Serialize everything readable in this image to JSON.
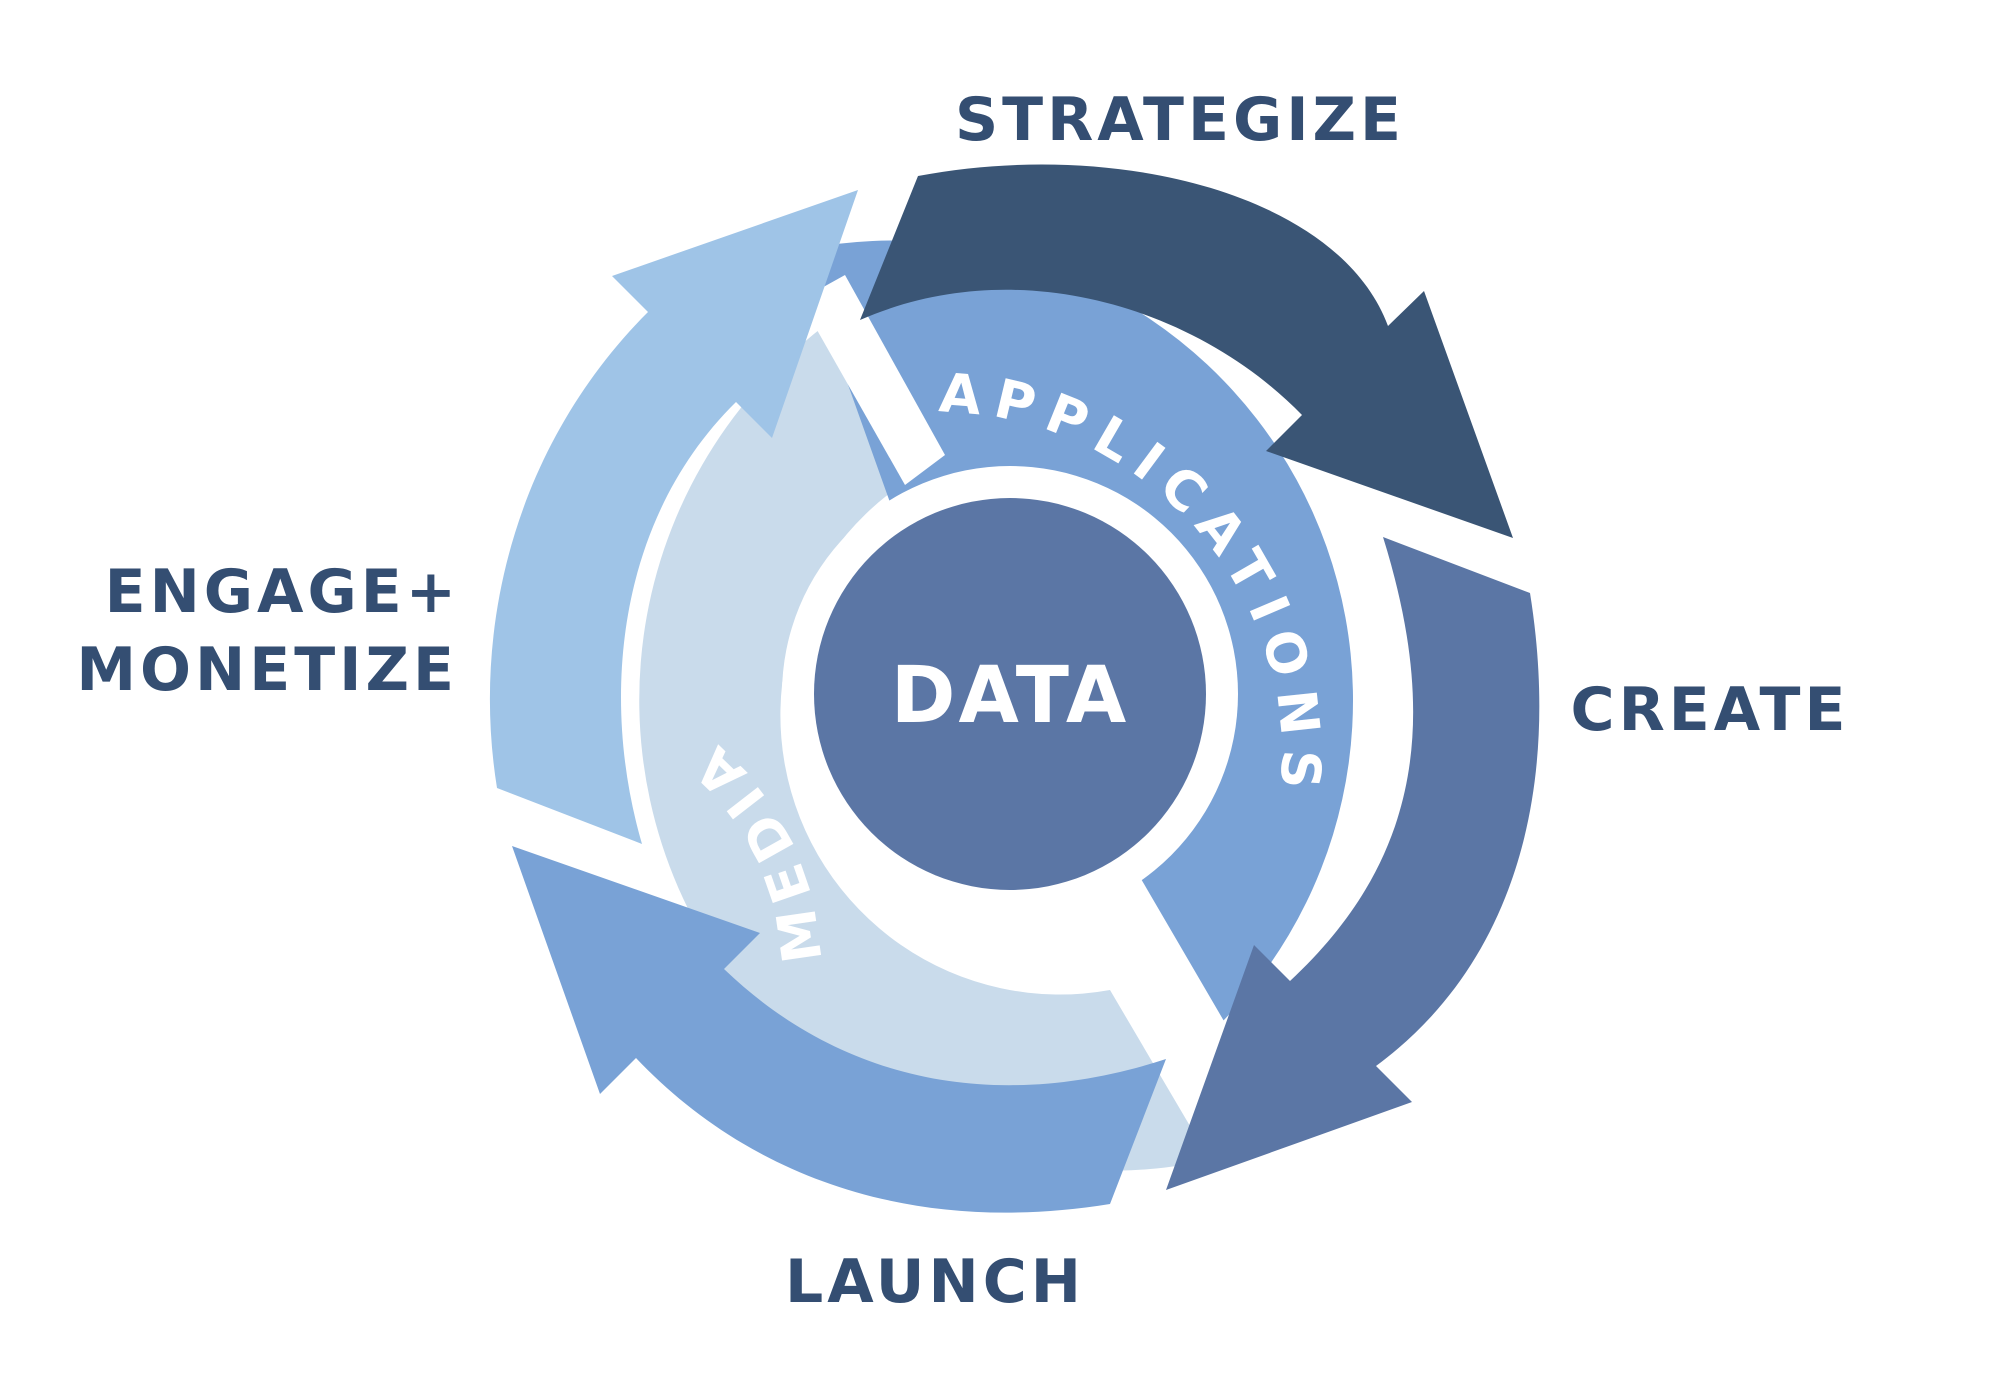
{
  "diagram": {
    "center": {
      "label": "DATA"
    },
    "ring": {
      "applications": "APPLICATIONS",
      "media": "MEDIA"
    },
    "steps": {
      "strategize": "STRATEGIZE",
      "create": "CREATE",
      "launch": "LAUNCH",
      "engage_line1": "ENGAGE+",
      "engage_line2": "MONETIZE"
    }
  },
  "colors": {
    "text_dark": "#344e72",
    "arrow_strategize": "#3a5575",
    "arrow_create": "#5b76a5",
    "arrow_launch": "#79a2d6",
    "arrow_engage": "#9fc4e7",
    "ring_applications": "#79a2d6",
    "ring_media": "#c9dbeb",
    "core": "#5b76a5",
    "white": "#ffffff"
  }
}
